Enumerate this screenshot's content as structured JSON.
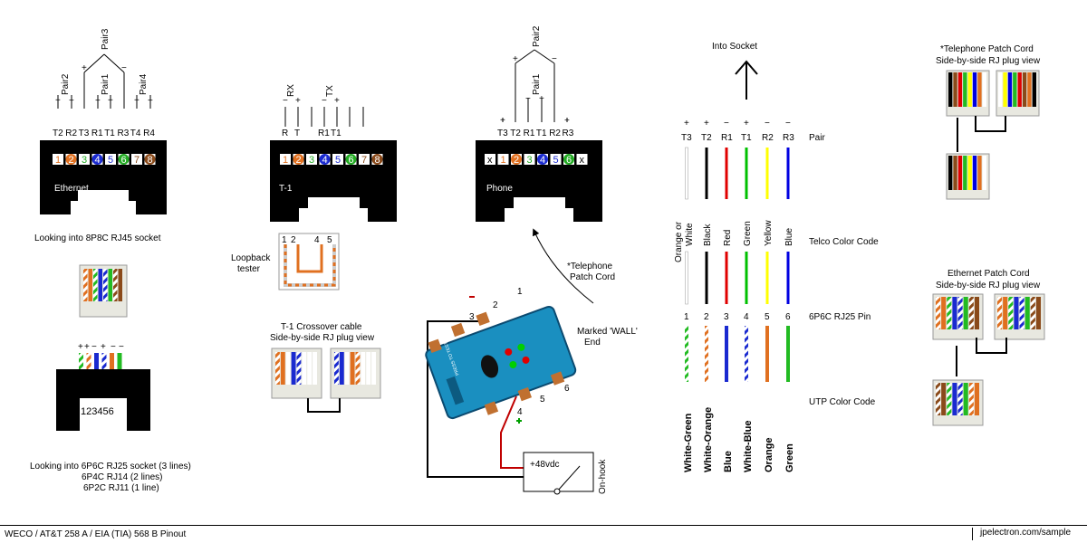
{
  "rj45": {
    "pair_labels": [
      "Pair2",
      "Pair1",
      "Pair3",
      "Pair4"
    ],
    "pin_labels": [
      "T2",
      "R2",
      "T3",
      "R1",
      "T1",
      "R3",
      "T4",
      "R4"
    ],
    "pins": [
      "1",
      "2",
      "3",
      "4",
      "5",
      "6",
      "7",
      "8"
    ],
    "name": "Ethernet",
    "caption": "Looking into 8P8C RJ45 socket"
  },
  "t1": {
    "group_labels": [
      "RX",
      "TX"
    ],
    "pin_labels": [
      "R",
      "T",
      "R1",
      "T1"
    ],
    "pins": [
      "1",
      "2",
      "3",
      "4",
      "5",
      "6",
      "7",
      "8"
    ],
    "name": "T-1",
    "loopback_pins": [
      "1",
      "2",
      "4",
      "5"
    ],
    "loopback_label": "Loopback\ntester",
    "crossover_title": "T-1 Crossover cable",
    "crossover_sub": "Side-by-side RJ plug view"
  },
  "phone": {
    "pair_labels": [
      "Pair2",
      "Pair1"
    ],
    "pin_labels": [
      "T3",
      "T2",
      "R1",
      "T1",
      "R2",
      "R3"
    ],
    "pins": [
      "x",
      "1",
      "2",
      "3",
      "4",
      "5",
      "6",
      "x"
    ],
    "name": "Phone"
  },
  "rj25": {
    "pins": "123456",
    "caption_lines": [
      "Looking into 6P6C RJ25 socket (3 lines)",
      "6P4C RJ14 (2 lines)",
      "6P2C RJ11 (1 line)"
    ]
  },
  "tester": {
    "cord_label": "*Telephone\nPatch Cord",
    "wall_label": "Marked 'WALL'\nEnd",
    "numbers": [
      "1",
      "2",
      "3",
      "4",
      "5",
      "6"
    ],
    "supply": "+48vdc",
    "hook": "On-hook",
    "press_text": "PRESS TO TEST"
  },
  "table": {
    "into_socket": "Into Socket",
    "pair_row_label": "Pair",
    "pairs": [
      "T3",
      "T2",
      "R1",
      "T1",
      "R2",
      "R3"
    ],
    "signs": [
      "+",
      "+",
      "−",
      "+",
      "−",
      "−"
    ],
    "telco_label": "Telco Color Code",
    "telco": [
      "Orange or White",
      "Black",
      "Red",
      "Green",
      "Yellow",
      "Blue"
    ],
    "pin_label": "6P6C RJ25 Pin",
    "pins": [
      "1",
      "2",
      "3",
      "4",
      "5",
      "6"
    ],
    "utp_label": "UTP Color Code",
    "utp": [
      "White-Green",
      "White-Orange",
      "Blue",
      "White-Blue",
      "Orange",
      "Green"
    ],
    "colors": [
      "#ffffff",
      "#000000",
      "#e00000",
      "#00c000",
      "#ffff00",
      "#0000e0"
    ]
  },
  "phone_cord": {
    "title": "*Telephone Patch Cord",
    "sub": "Side-by-side RJ plug view"
  },
  "eth_cord": {
    "title": "Ethernet Patch Cord",
    "sub": "Side-by-side RJ plug view"
  },
  "footer": {
    "left": "WECO  /  AT&T 258 A  /  EIA (TIA) 568 B  Pinout",
    "right": "jpelectron.com/sample"
  }
}
